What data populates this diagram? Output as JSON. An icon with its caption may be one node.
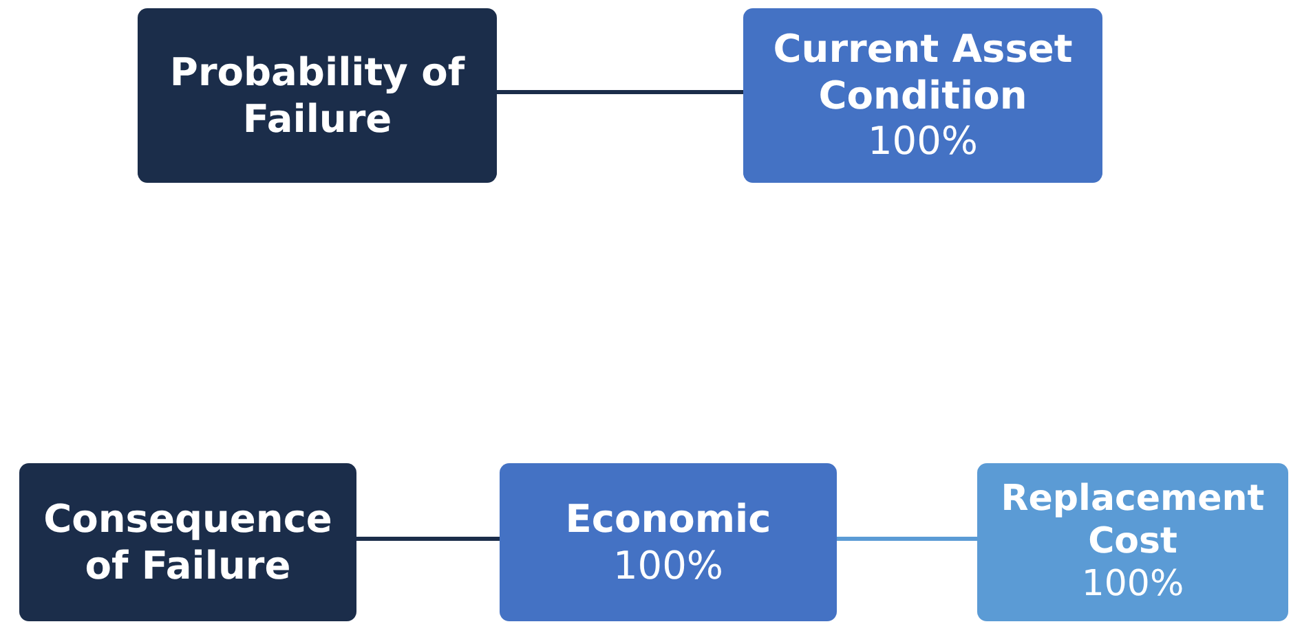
{
  "diagram": {
    "nodes": [
      {
        "text": [
          "Probability of Failure"
        ]
      },
      {
        "text": [
          "Current Asset Condition",
          "100%"
        ]
      },
      {
        "text": [
          "Consequence of Failure"
        ]
      },
      {
        "text": [
          "Economic",
          "100%"
        ]
      },
      {
        "text": [
          "Replacement Cost",
          "100%"
        ]
      }
    ],
    "edges": [
      {
        "from": 0,
        "to": 1,
        "arrow": "none"
      },
      {
        "from": 2,
        "to": 3,
        "arrow": "none"
      },
      {
        "from": 3,
        "to": 4,
        "arrow": "none",
        "color": "#5b9bd5"
      }
    ]
  }
}
